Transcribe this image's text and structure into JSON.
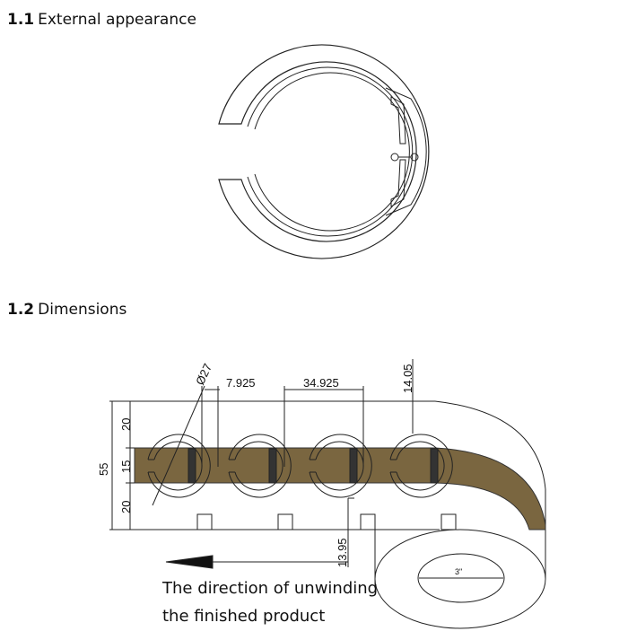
{
  "sections": [
    {
      "number": "1.1",
      "title": "External appearance"
    },
    {
      "number": "1.2",
      "title": "Dimensions"
    }
  ],
  "dimensions": {
    "diameter": "Ø27",
    "gap": "7.925",
    "pitch": "34.925",
    "top_offset": "14.05",
    "bottom_offset": "13.95",
    "total_width": "55",
    "top_margin": "20",
    "band_width": "15",
    "bottom_margin": "20",
    "core": "3\""
  },
  "caption": {
    "line1": "The direction of unwinding",
    "line2": "the finished product"
  },
  "colors": {
    "band": "#7a6640"
  }
}
